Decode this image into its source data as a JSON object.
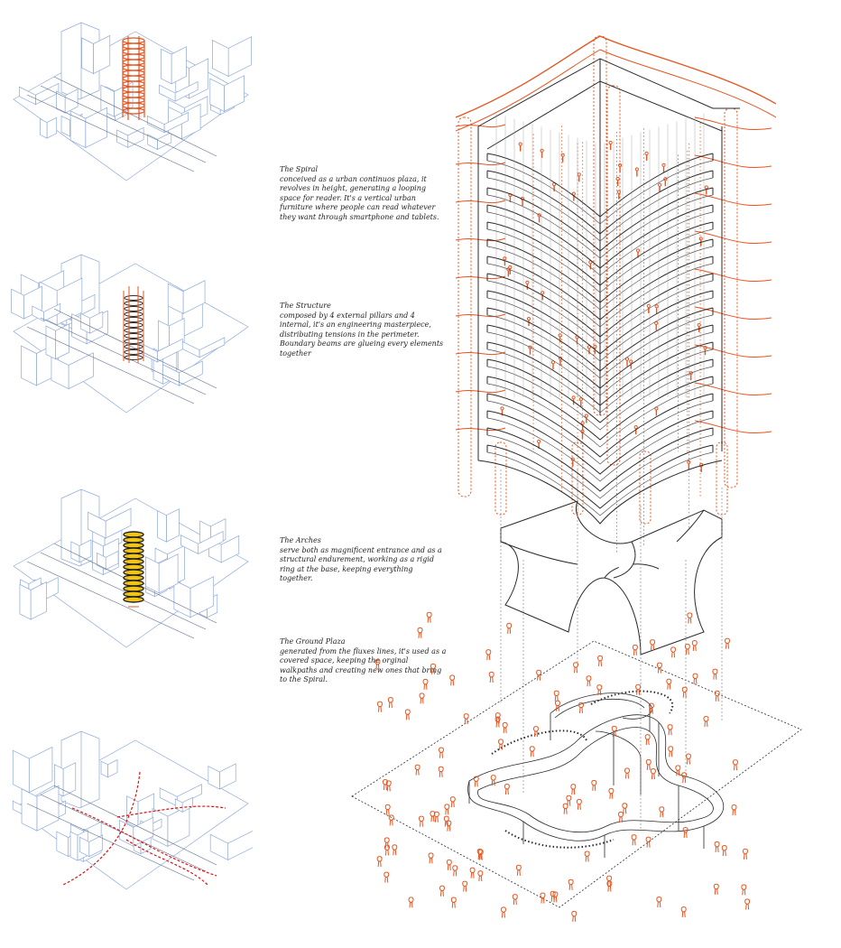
{
  "colors": {
    "accent_orange": "#e8541e",
    "building_blue": "#8ea9d8",
    "ink": "#2a2a2a",
    "tower_gold": "#f0c419"
  },
  "sections": [
    {
      "title": "The Spiral",
      "body": "conceived as a urban continuos plaza, it revolves in height, generating a looping space for reader. It's a vertical urban furniture where people can read whatever they want through smartphone and tablets."
    },
    {
      "title": "The Structure",
      "body": "composed by 4 external pillars and 4 internal, it's an engineering masterpiece, distributing tensions in the perimeter. Boundary beams are glueing every elements together"
    },
    {
      "title": "The Arches",
      "body": "serve both as magnificent entrance and as a structural endurement, working as a rigid ring at the base, keeping everything together."
    },
    {
      "title": "The Ground Plaza",
      "body": "generated from the fluxes lines, it's used as a covered space, keeping the orginal walkpaths and creating new ones that bring to the Spiral."
    }
  ]
}
